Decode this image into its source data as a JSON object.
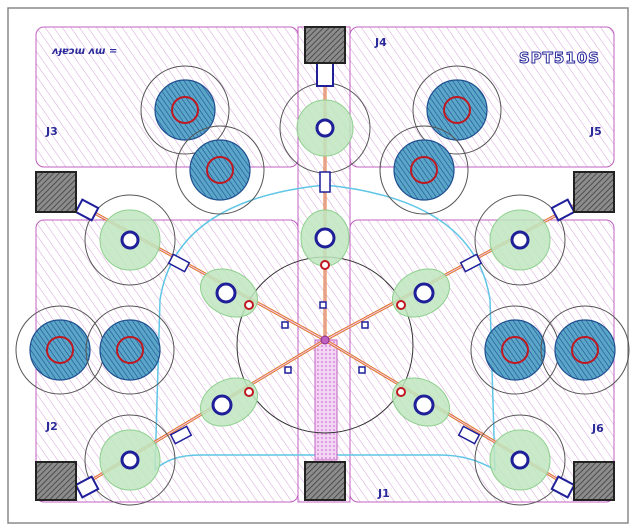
{
  "board": {
    "title": "SPT510S",
    "mark": "ʌɟɐɔɯ ʌɯ =",
    "ports": [
      "J1",
      "J2",
      "J3",
      "J4",
      "J5",
      "J6"
    ]
  },
  "colors": {
    "frame": "#9a9a9a",
    "board_outline": "#c060c0",
    "hatch": "#d9a5d9",
    "copper_trace": "#e07a2a",
    "via_ring": "#1f1f9a",
    "via_pad": "#c01820",
    "keepout_green": "#8fd08f",
    "cyan_outline": "#5fc6e6",
    "label_text": "#2a2a9a"
  }
}
